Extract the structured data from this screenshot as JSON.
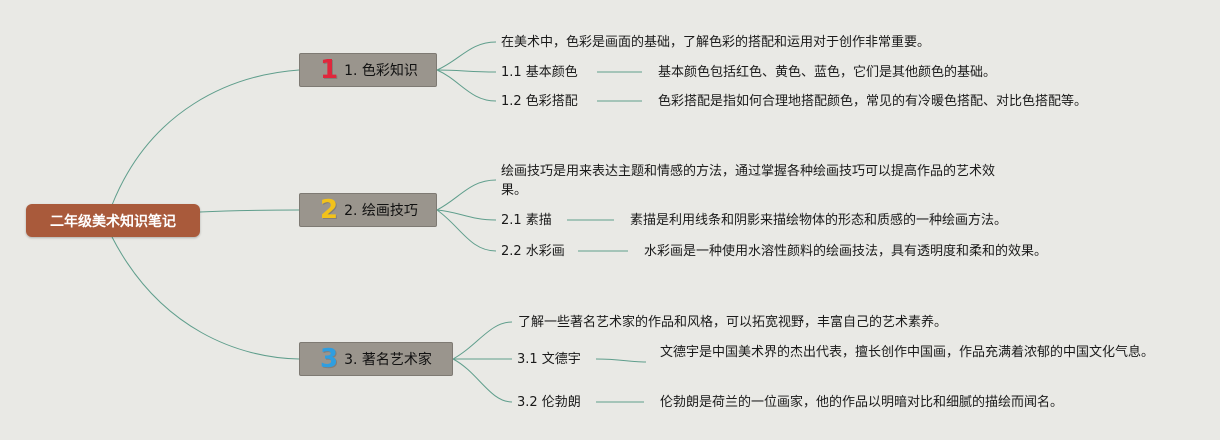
{
  "root": {
    "label": "二年级美术知识笔记"
  },
  "topics": [
    {
      "badge": "1",
      "label": "1. 色彩知识",
      "intro": "在美术中，色彩是画面的基础，了解色彩的搭配和运用对于创作非常重要。",
      "subs": [
        {
          "label": "1.1 基本颜色",
          "desc": "基本颜色包括红色、黄色、蓝色，它们是其他颜色的基础。"
        },
        {
          "label": "1.2 色彩搭配",
          "desc": "色彩搭配是指如何合理地搭配颜色，常见的有冷暖色搭配、对比色搭配等。"
        }
      ]
    },
    {
      "badge": "2",
      "label": "2. 绘画技巧",
      "intro": "绘画技巧是用来表达主题和情感的方法，通过掌握各种绘画技巧可以提高作品的艺术效果。",
      "subs": [
        {
          "label": "2.1 素描",
          "desc": "素描是利用线条和阴影来描绘物体的形态和质感的一种绘画方法。"
        },
        {
          "label": "2.2 水彩画",
          "desc": "水彩画是一种使用水溶性颜料的绘画技法，具有透明度和柔和的效果。"
        }
      ]
    },
    {
      "badge": "3",
      "label": "3. 著名艺术家",
      "intro": "了解一些著名艺术家的作品和风格，可以拓宽视野，丰富自己的艺术素养。",
      "subs": [
        {
          "label": "3.1 文德宇",
          "desc": "文德宇是中国美术界的杰出代表，擅长创作中国画，作品充满着浓郁的中国文化气息。"
        },
        {
          "label": "3.2 伦勃朗",
          "desc": "伦勃朗是荷兰的一位画家，他的作品以明暗对比和细腻的描绘而闻名。"
        }
      ]
    }
  ],
  "colors": {
    "root_fill": "#a95a3b",
    "topic_fill": "#9a958d",
    "connector": "#5f9e8c",
    "background": "#e9e9e5",
    "badge_1": "#e0263c",
    "badge_2": "#f2c21b",
    "badge_3": "#2f9ee0"
  }
}
